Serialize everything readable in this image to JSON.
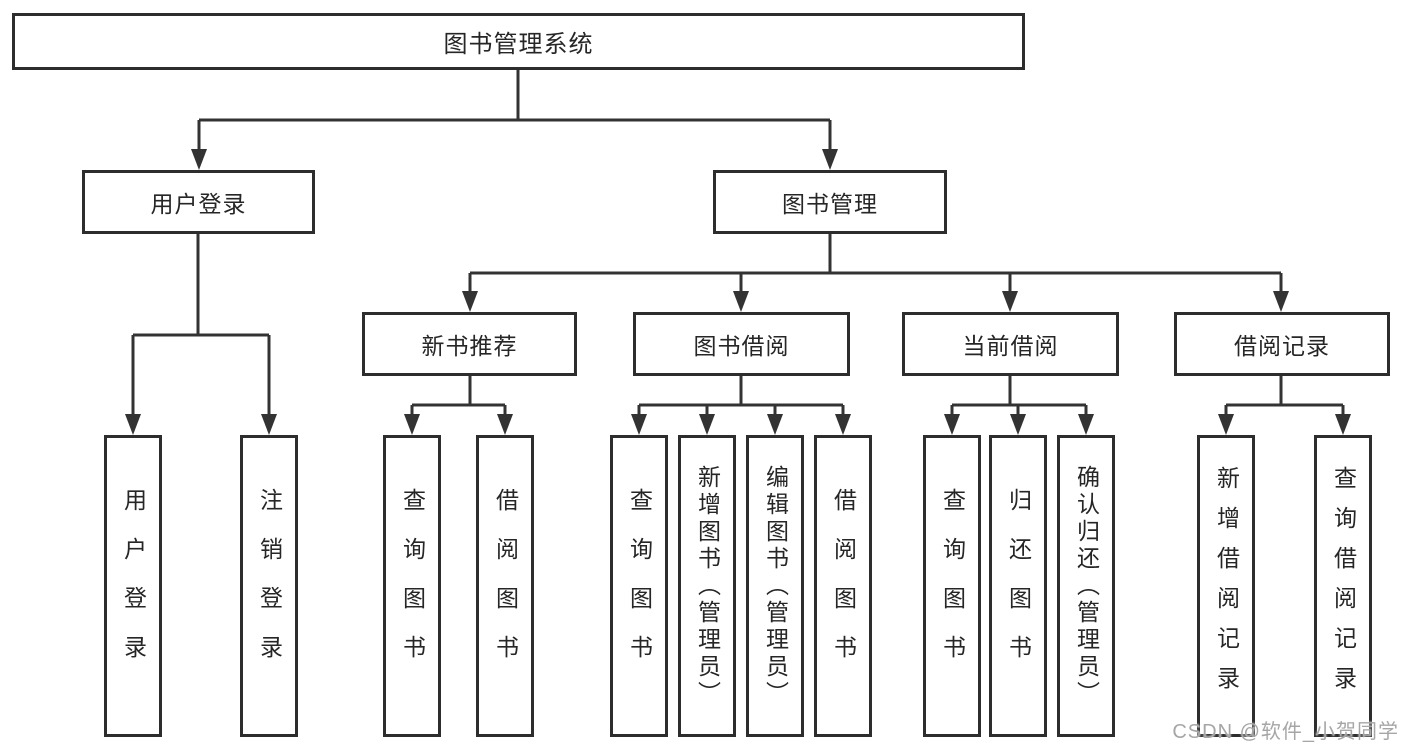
{
  "diagram": {
    "title": "图书管理系统",
    "children": [
      {
        "label": "用户登录",
        "children": [
          {
            "label": "用户登录"
          },
          {
            "label": "注销登录"
          }
        ]
      },
      {
        "label": "图书管理",
        "children": [
          {
            "label": "新书推荐",
            "children": [
              {
                "label": "查询图书"
              },
              {
                "label": "借阅图书"
              }
            ]
          },
          {
            "label": "图书借阅",
            "children": [
              {
                "label": "查询图书"
              },
              {
                "label": "新增图书（管理员）"
              },
              {
                "label": "编辑图书（管理员）"
              },
              {
                "label": "借阅图书"
              }
            ]
          },
          {
            "label": "当前借阅",
            "children": [
              {
                "label": "查询图书"
              },
              {
                "label": "归还图书"
              },
              {
                "label": "确认归还（管理员）"
              }
            ]
          },
          {
            "label": "借阅记录",
            "children": [
              {
                "label": "新增借阅记录"
              },
              {
                "label": "查询借阅记录"
              }
            ]
          }
        ]
      }
    ]
  },
  "watermark": {
    "text": "CSDN @软件_小贺同学"
  },
  "colors": {
    "line": "#333333",
    "box_border": "#2d2d2d",
    "text": "#262626",
    "watermark": "#a6a6a6",
    "background": "#ffffff"
  }
}
